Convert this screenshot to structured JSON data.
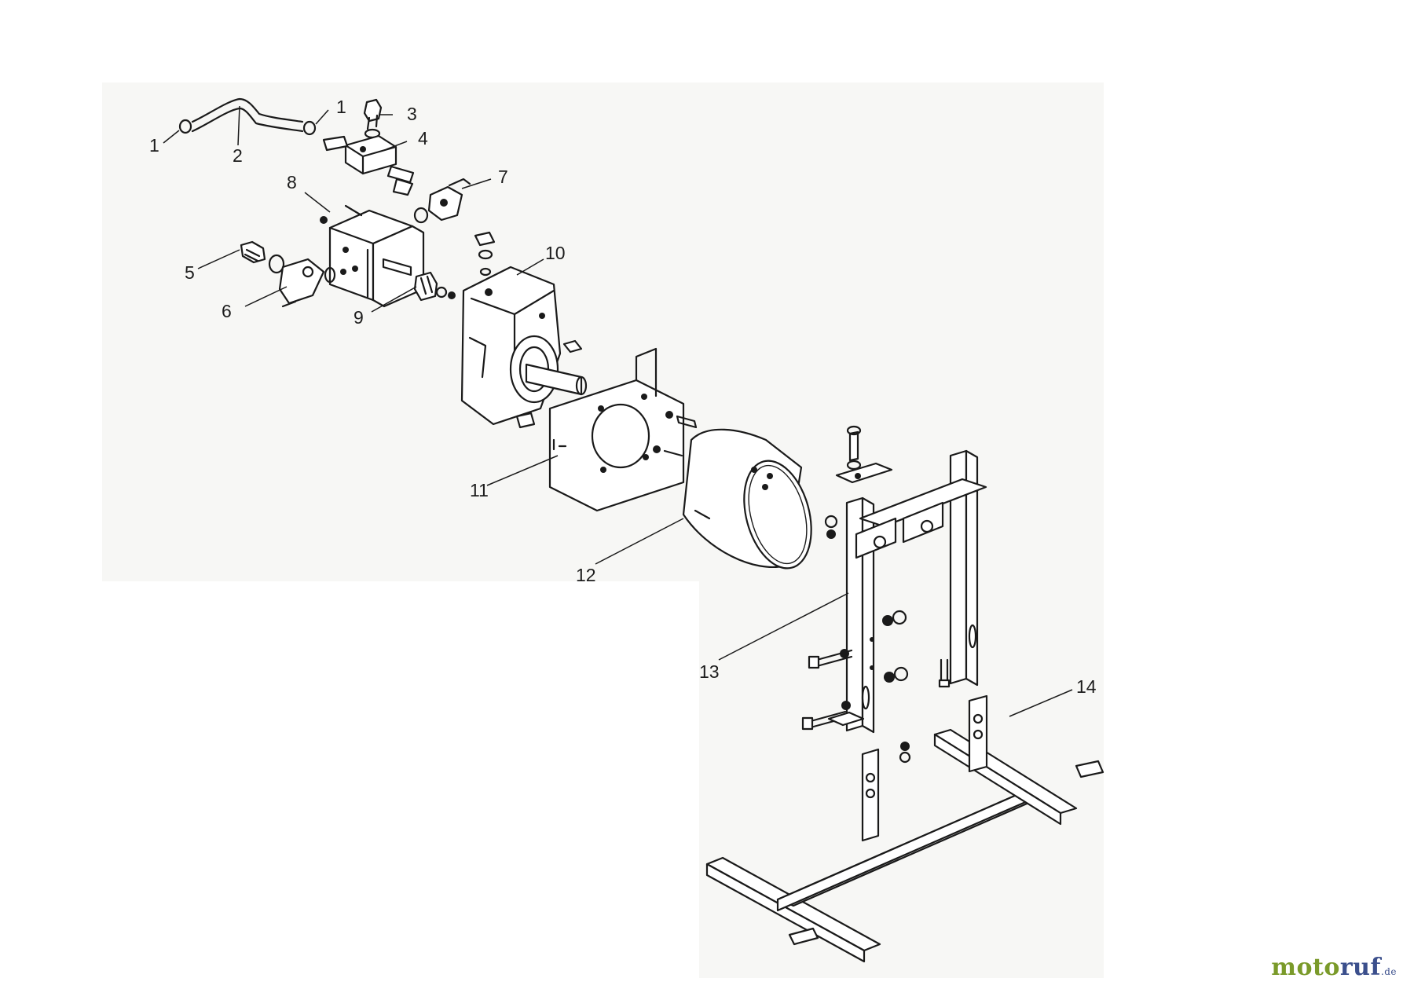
{
  "callouts": [
    "1",
    "1",
    "2",
    "3",
    "4",
    "5",
    "6",
    "7",
    "8",
    "9",
    "10",
    "11",
    "12",
    "13",
    "14"
  ],
  "watermark": {
    "part_a": "moto",
    "part_b": "ruf",
    "tld": ".de"
  },
  "colors": {
    "line_art": "#1a1a1a",
    "background": "#ffffff",
    "scan_tint": "#f7f7f5",
    "watermark_green": "#7a9a2a",
    "watermark_blue": "#3b4f8c"
  }
}
